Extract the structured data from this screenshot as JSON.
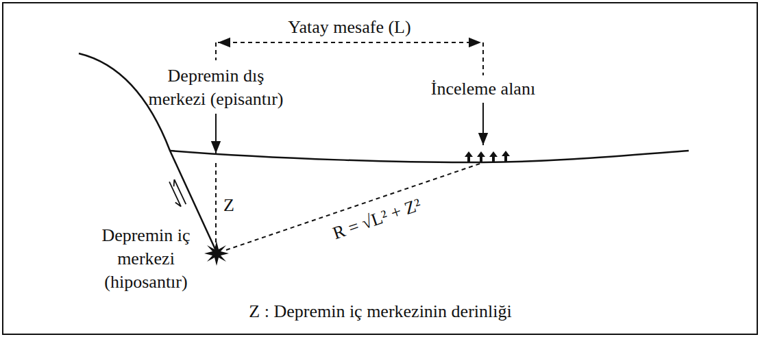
{
  "diagram": {
    "caption": "Z : Depremin iç merkezinin derinliği",
    "labels": [
      "Yatay mesafe (L)",
      "Depremin dış merkezi (episantır)",
      "İnceleme alanı",
      "Z",
      "Depremin iç merkezi (hiposantır)",
      "R = √L² + Z²"
    ]
  }
}
